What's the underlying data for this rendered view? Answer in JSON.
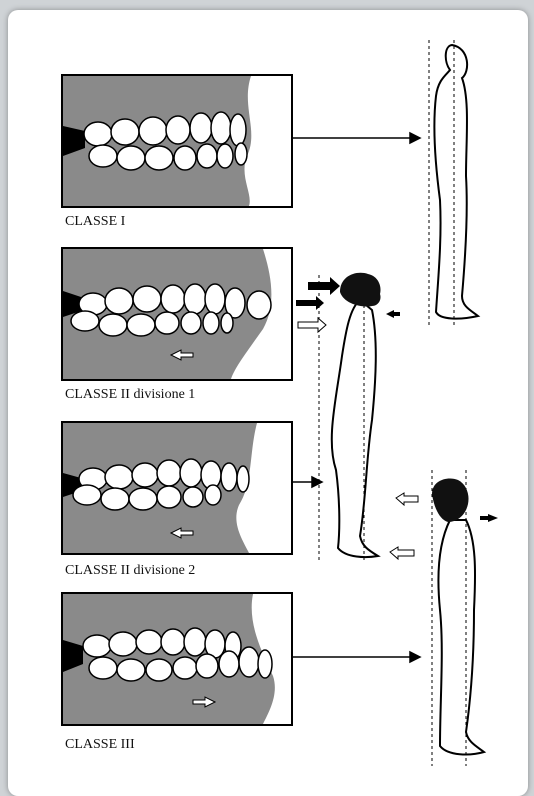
{
  "panels": [
    {
      "caption": "CLASSE I"
    },
    {
      "caption": "CLASSE II divisione 1"
    },
    {
      "caption": "CLASSE II divisione 2"
    },
    {
      "caption": "CLASSE III"
    }
  ],
  "colors": {
    "background": "#cfd3d6",
    "card": "#ffffff",
    "gum": "#8a8a8a",
    "ink": "#000000"
  },
  "icons": [
    "arrow-icon",
    "head-icon"
  ]
}
